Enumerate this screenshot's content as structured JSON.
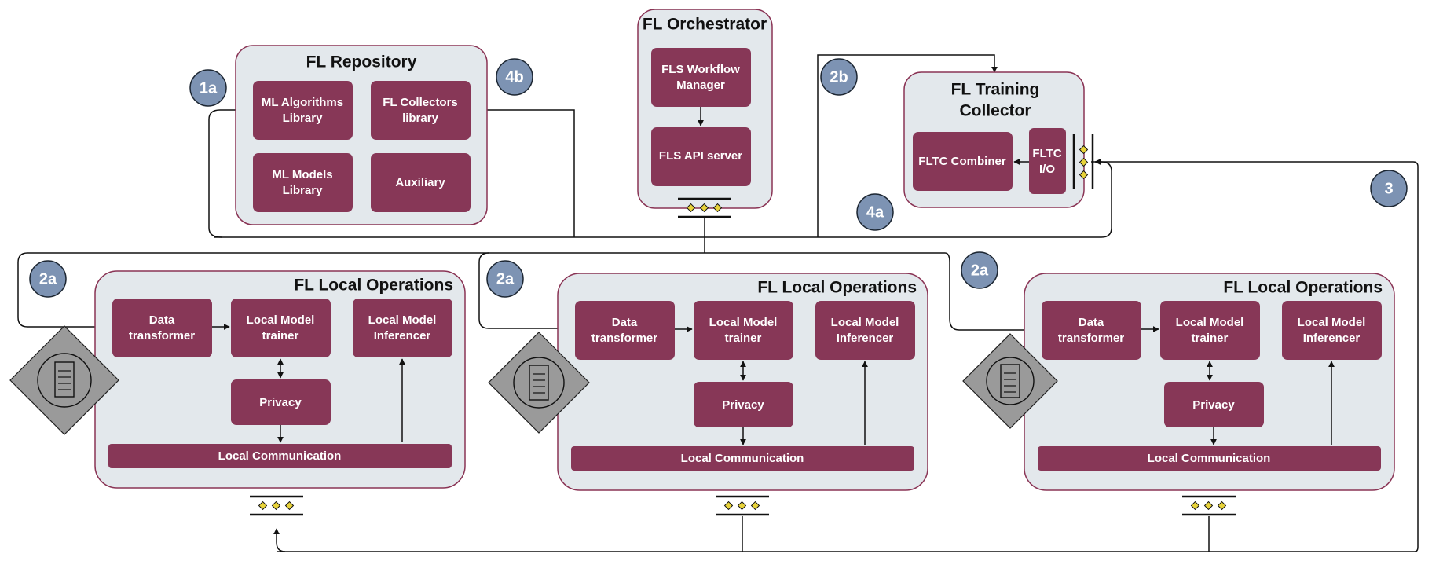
{
  "repository": {
    "title": "FL Repository",
    "ml_algorithms": [
      "ML Algorithms",
      "Library"
    ],
    "fl_collectors": [
      "FL Collectors",
      "library"
    ],
    "ml_models": [
      "ML Models",
      "Library"
    ],
    "auxiliary": "Auxiliary"
  },
  "orchestrator": {
    "title": "FL Orchestrator",
    "workflow_manager": [
      "FLS Workflow",
      "Manager"
    ],
    "api_server": "FLS API server"
  },
  "training_collector": {
    "title": [
      "FL Training",
      "Collector"
    ],
    "combiner": "FLTC Combiner",
    "io": [
      "FLTC",
      "I/O"
    ]
  },
  "local_ops": {
    "title": "FL Local Operations",
    "data_transformer": [
      "Data",
      "transformer"
    ],
    "model_trainer": [
      "Local Model",
      "trainer"
    ],
    "model_inferencer": [
      "Local Model",
      "Inferencer"
    ],
    "privacy": "Privacy",
    "local_comm": "Local Communication"
  },
  "badges": {
    "b1a": "1a",
    "b4b": "4b",
    "b2b": "2b",
    "b4a": "4a",
    "b3": "3",
    "b2a_1": "2a",
    "b2a_2": "2a",
    "b2a_3": "2a"
  },
  "colors": {
    "box": "#873757",
    "panel": "#e3e8ec",
    "panel_border": "#8a3455",
    "badge": "#7d93b3",
    "connector_dot": "#e8d33a",
    "database": "#9a9a9a"
  }
}
